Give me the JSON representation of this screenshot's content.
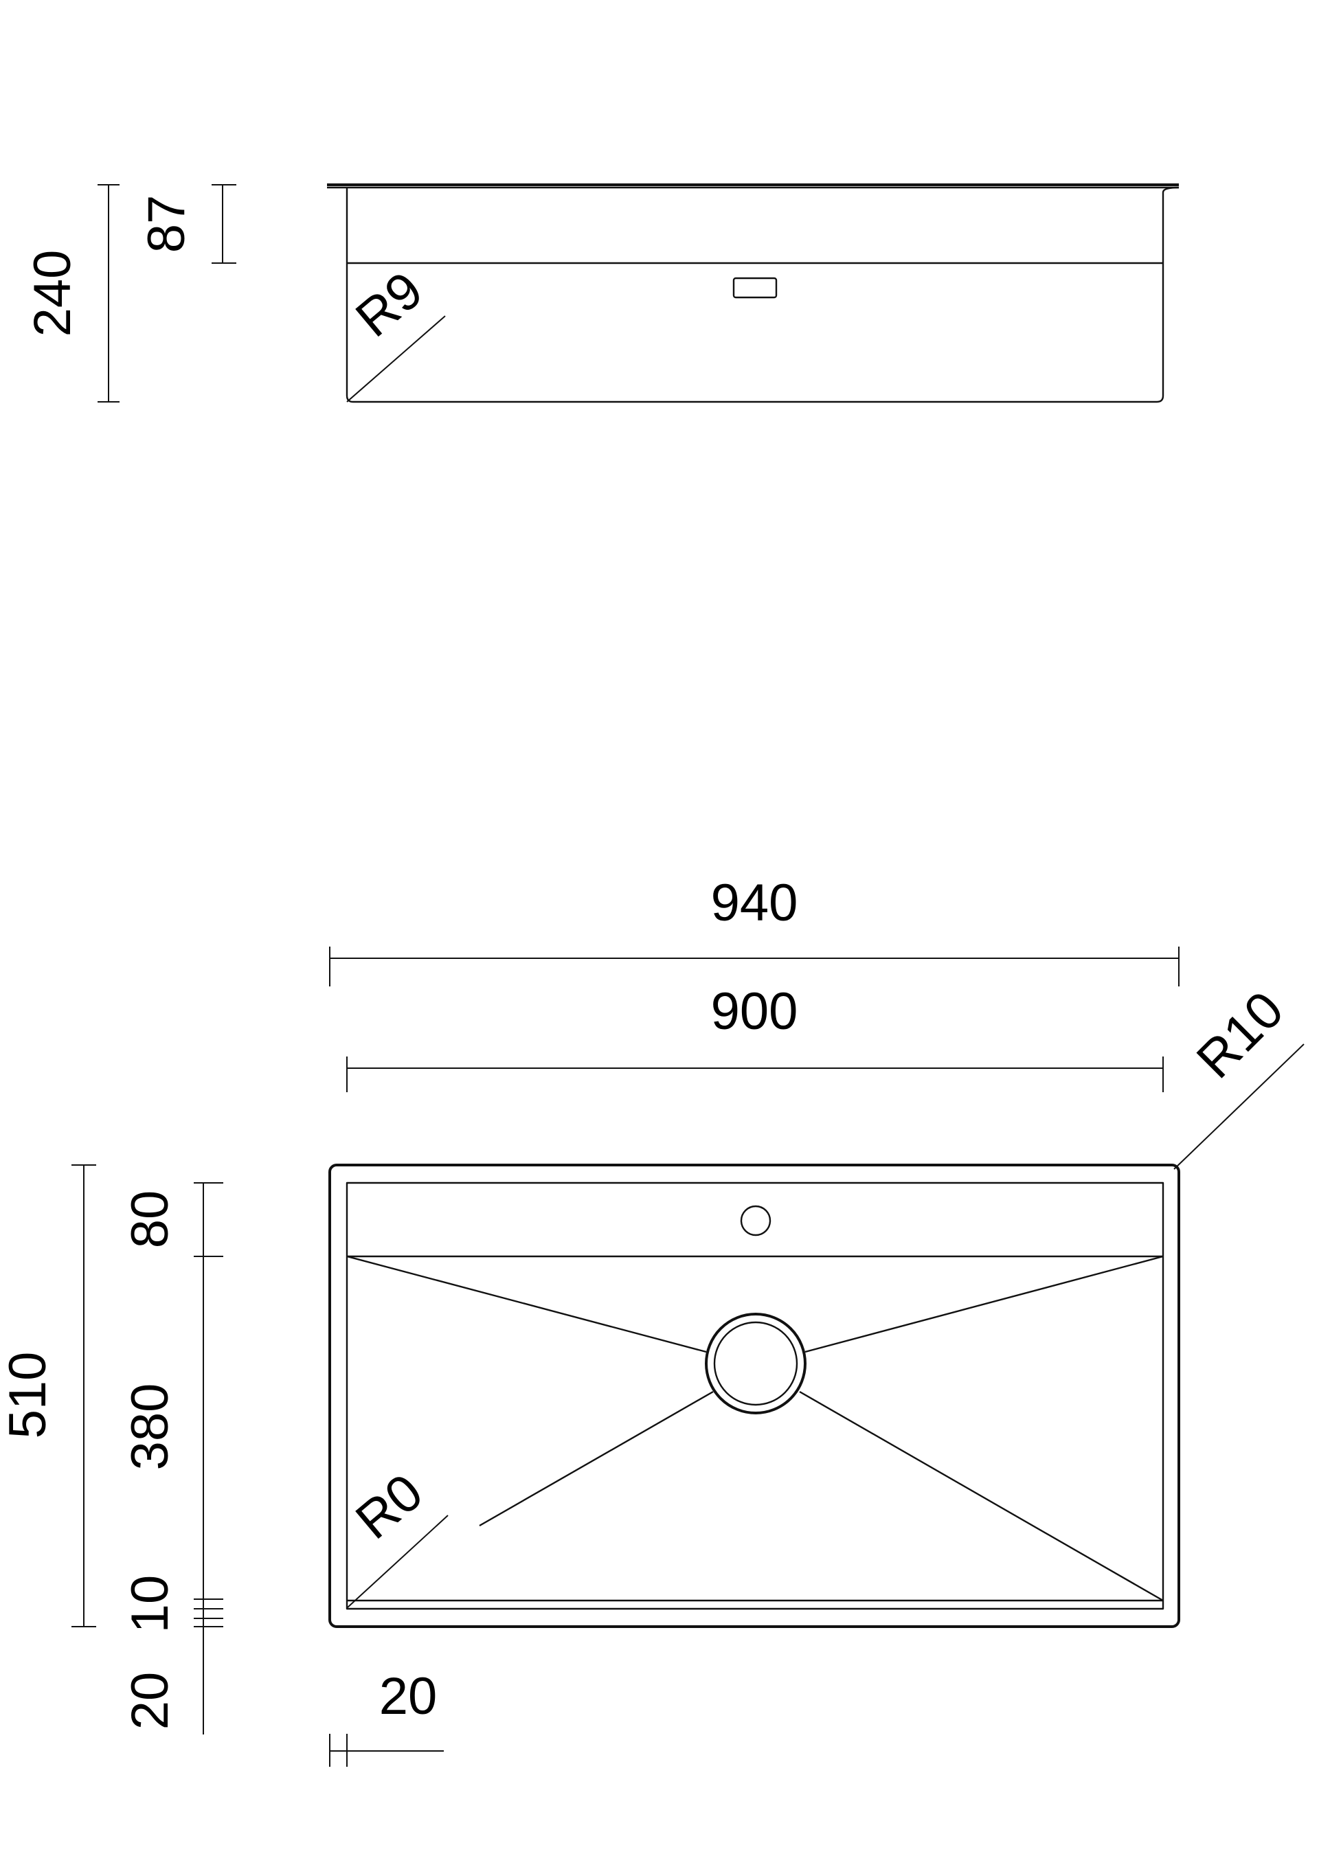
{
  "side_view": {
    "height_total": "240",
    "rim_height": "87",
    "corner_radius": "R9"
  },
  "top_view": {
    "width_outer": "940",
    "width_inner": "900",
    "corner_radius_outer": "R10",
    "corner_radius_inner": "R0",
    "depth_total": "510",
    "tap_deck": "80",
    "bowl": "380",
    "inner_rim": "10",
    "outer_rim": "20",
    "left_rim": "20"
  }
}
